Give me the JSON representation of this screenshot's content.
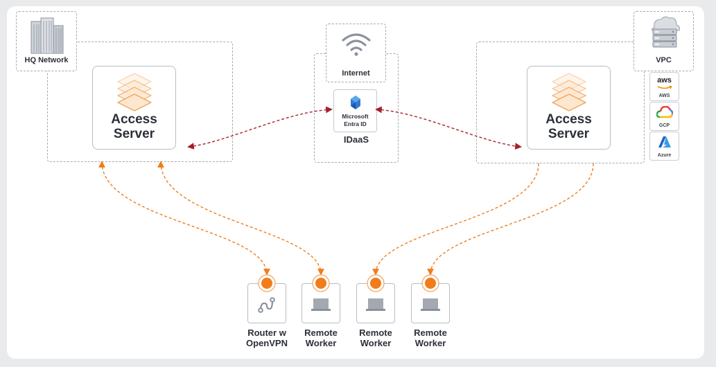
{
  "hq": {
    "label": "HQ Network"
  },
  "left_server": {
    "line1": "Access",
    "line2": "Server"
  },
  "internet": {
    "label": "Internet"
  },
  "idaas": {
    "label": "IDaaS",
    "entra_line1": "Microsoft",
    "entra_line2": "Entra ID"
  },
  "vpc": {
    "label": "VPC"
  },
  "right_server": {
    "line1": "Access",
    "line2": "Server"
  },
  "clouds": [
    {
      "logo": "aws",
      "label": "AWS",
      "icon": "aws-logo-icon"
    },
    {
      "logo": "",
      "label": "GCP",
      "icon": "gcp-logo-icon"
    },
    {
      "logo": "",
      "label": "Azure",
      "icon": "azure-logo-icon"
    }
  ],
  "devices": [
    {
      "line1": "Router w",
      "line2": "OpenVPN",
      "icon": "router-icon"
    },
    {
      "line1": "Remote",
      "line2": "Worker",
      "icon": "laptop-icon"
    },
    {
      "line1": "Remote",
      "line2": "Worker",
      "icon": "laptop-icon"
    },
    {
      "line1": "Remote",
      "line2": "Worker",
      "icon": "laptop-icon"
    }
  ],
  "colors": {
    "tunnel": "#ef7d1b",
    "idp_link": "#a61e2a",
    "stack_orange": "#f0a45a",
    "stack_fill": "#fde7cf",
    "entra_blue": "#2f78d6"
  }
}
